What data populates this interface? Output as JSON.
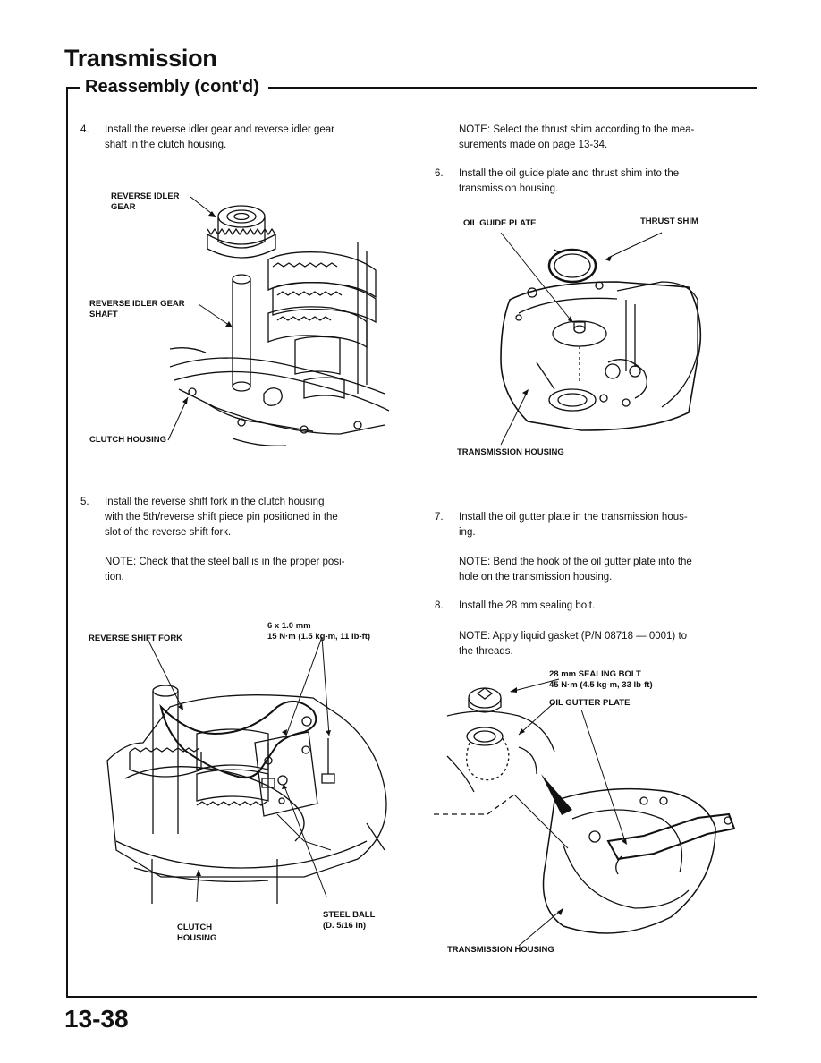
{
  "header": {
    "title": "Transmission",
    "subtitle": "Reassembly (cont'd)"
  },
  "left_column": {
    "step4": {
      "number": "4.",
      "lines": [
        "Install the reverse idler gear and reverse idler gear",
        "shaft in the clutch housing."
      ]
    },
    "figure1": {
      "labels": {
        "reverse_idler_gear_1": "REVERSE IDLER",
        "reverse_idler_gear_2": "GEAR",
        "idler_shaft_1": "REVERSE IDLER GEAR",
        "idler_shaft_2": "SHAFT",
        "clutch_housing": "CLUTCH HOUSING"
      }
    },
    "step5": {
      "number": "5.",
      "lines": [
        "Install the reverse shift fork in the clutch housing",
        "with the 5th/reverse shift piece pin positioned in the",
        "slot of the reverse shift fork."
      ],
      "note_lines": [
        "NOTE: Check that the steel ball is in the proper posi-",
        "tion."
      ]
    },
    "figure2": {
      "labels": {
        "bolt_size": "6 x 1.0 mm",
        "torque": "15 N·m (1.5 kg-m, 11 lb-ft)",
        "reverse_shift_fork": "REVERSE SHIFT FORK",
        "clutch_housing_1": "CLUTCH",
        "clutch_housing_2": "HOUSING",
        "steel_ball_1": "STEEL BALL",
        "steel_ball_2": "(D. 5/16 in)"
      }
    }
  },
  "right_column": {
    "note_top": [
      "NOTE: Select the thrust shim according to the mea-",
      "surements made on page 13-34."
    ],
    "step6": {
      "number": "6.",
      "lines": [
        "Install the oil guide plate and thrust shim into the",
        "transmission housing."
      ]
    },
    "figure3": {
      "labels": {
        "oil_guide_plate": "OIL GUIDE PLATE",
        "thrust_shim": "THRUST SHIM",
        "transmission_housing": "TRANSMISSION HOUSING"
      }
    },
    "step7": {
      "number": "7.",
      "lines": [
        "Install the oil gutter plate in the transmission hous-",
        "ing."
      ],
      "note_lines": [
        "NOTE: Bend the hook of the oil gutter plate into the",
        "hole on the transmission housing."
      ]
    },
    "step8": {
      "number": "8.",
      "lines": [
        "Install the 28 mm sealing bolt."
      ],
      "note_lines": [
        "NOTE: Apply liquid gasket (P/N 08718 — 0001) to",
        "the threads."
      ]
    },
    "figure4": {
      "labels": {
        "sealing_bolt": "28 mm SEALING BOLT",
        "torque": "45 N·m (4.5 kg-m, 33 lb-ft)",
        "oil_gutter_plate": "OIL GUTTER PLATE",
        "transmission_housing": "TRANSMISSION HOUSING"
      }
    }
  },
  "footer": {
    "page_number": "13-38"
  }
}
